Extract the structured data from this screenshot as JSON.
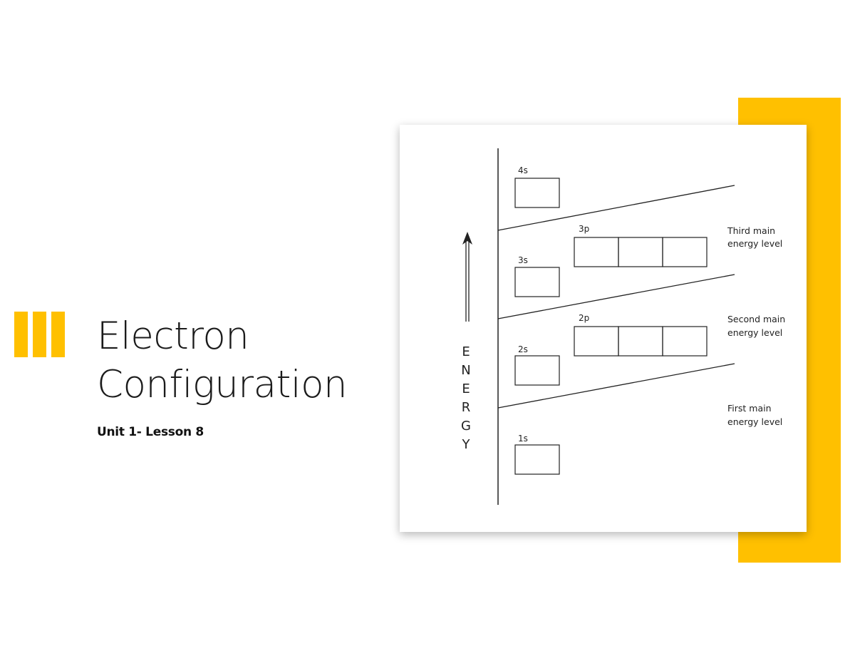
{
  "slide": {
    "title_line1": "Electron",
    "title_line2": "Configuration",
    "subtitle": "Unit 1- Lesson 8",
    "accent_color": "#FFC000"
  },
  "diagram": {
    "axis_label_letters": [
      "E",
      "N",
      "E",
      "R",
      "G",
      "Y"
    ],
    "sublevels": {
      "s4": "4s",
      "p3": "3p",
      "s3": "3s",
      "p2": "2p",
      "s2": "2s",
      "s1": "1s"
    },
    "levels": {
      "third": [
        "Third main",
        "energy level"
      ],
      "second": [
        "Second main",
        "energy level"
      ],
      "first": [
        "First main",
        "energy level"
      ]
    }
  }
}
